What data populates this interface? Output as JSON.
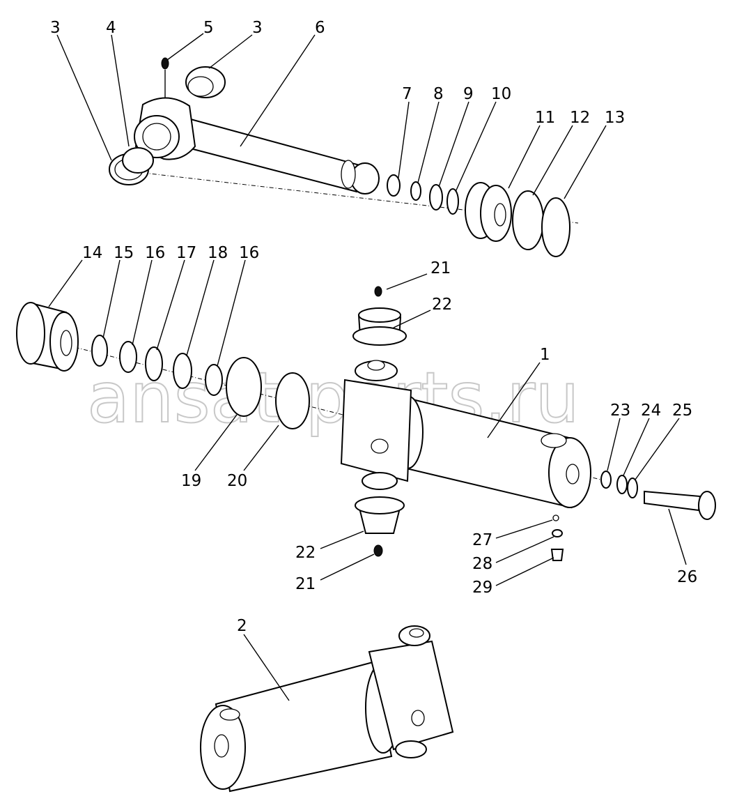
{
  "watermark": "ansat-parts.ru",
  "callouts": [
    {
      "id": "c3a",
      "text": "3"
    },
    {
      "id": "c4",
      "text": "4"
    },
    {
      "id": "c5",
      "text": "5"
    },
    {
      "id": "c3b",
      "text": "3"
    },
    {
      "id": "c6",
      "text": "6"
    },
    {
      "id": "c7",
      "text": "7"
    },
    {
      "id": "c8",
      "text": "8"
    },
    {
      "id": "c9",
      "text": "9"
    },
    {
      "id": "c10",
      "text": "10"
    },
    {
      "id": "c11",
      "text": "11"
    },
    {
      "id": "c12",
      "text": "12"
    },
    {
      "id": "c13",
      "text": "13"
    },
    {
      "id": "c14",
      "text": "14"
    },
    {
      "id": "c15",
      "text": "15"
    },
    {
      "id": "c16a",
      "text": "16"
    },
    {
      "id": "c17",
      "text": "17"
    },
    {
      "id": "c18",
      "text": "18"
    },
    {
      "id": "c16b",
      "text": "16"
    },
    {
      "id": "c21a",
      "text": "21"
    },
    {
      "id": "c22a",
      "text": "22"
    },
    {
      "id": "c1",
      "text": "1"
    },
    {
      "id": "c23",
      "text": "23"
    },
    {
      "id": "c24",
      "text": "24"
    },
    {
      "id": "c25",
      "text": "25"
    },
    {
      "id": "c19",
      "text": "19"
    },
    {
      "id": "c20",
      "text": "20"
    },
    {
      "id": "c27",
      "text": "27"
    },
    {
      "id": "c22b",
      "text": "22"
    },
    {
      "id": "c28",
      "text": "28"
    },
    {
      "id": "c26",
      "text": "26"
    },
    {
      "id": "c21b",
      "text": "21"
    },
    {
      "id": "c29",
      "text": "29"
    },
    {
      "id": "c2",
      "text": "2"
    }
  ]
}
